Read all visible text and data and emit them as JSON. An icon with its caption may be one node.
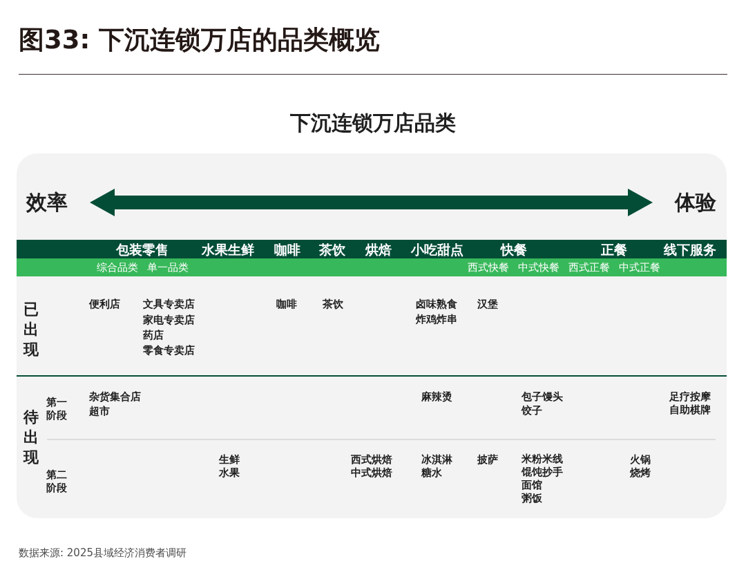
{
  "diagram": {
    "title": "图33: 下沉连锁万店的品类概览",
    "nodes": [
      {
        "text": [
          "效率"
        ]
      },
      {
        "text": [
          "体验"
        ]
      },
      {
        "text": [
          "包装零售",
          "水果生鲜",
          "咖啡",
          "茶饮",
          "烘焙",
          "小吃甜点",
          "快餐",
          "正餐",
          "线下服务"
        ]
      },
      {
        "text": [
          "综合品类",
          "单一品类",
          "西式快餐",
          "中式快餐",
          "西式正餐",
          "中式正餐"
        ]
      }
    ],
    "edges": [
      {
        "from": 0,
        "to": 1,
        "arrow": "both",
        "style": "thick"
      }
    ],
    "labels": [
      "下沉连锁万店品类",
      "已出现",
      "便利店",
      "文具专卖店",
      "家电专卖店",
      "药店",
      "零食专卖店",
      "咖啡",
      "茶饮",
      "卤味熟食",
      "炸鸡炸串",
      "汉堡",
      "待出现",
      "第一阶段",
      "杂货集合店",
      "超市",
      "麻辣烫",
      "包子馒头",
      "饺子",
      "足疗按摩",
      "自助棋牌",
      "第二阶段",
      "生鲜",
      "水果",
      "西式烘焙",
      "中式烘焙",
      "冰淇淋",
      "糖水",
      "披萨",
      "米粉米线",
      "馄饨抄手",
      "面馆",
      "粥饭",
      "火锅",
      "烧烤"
    ],
    "caption": "数据来源: 2025县域经济消费者调研"
  }
}
